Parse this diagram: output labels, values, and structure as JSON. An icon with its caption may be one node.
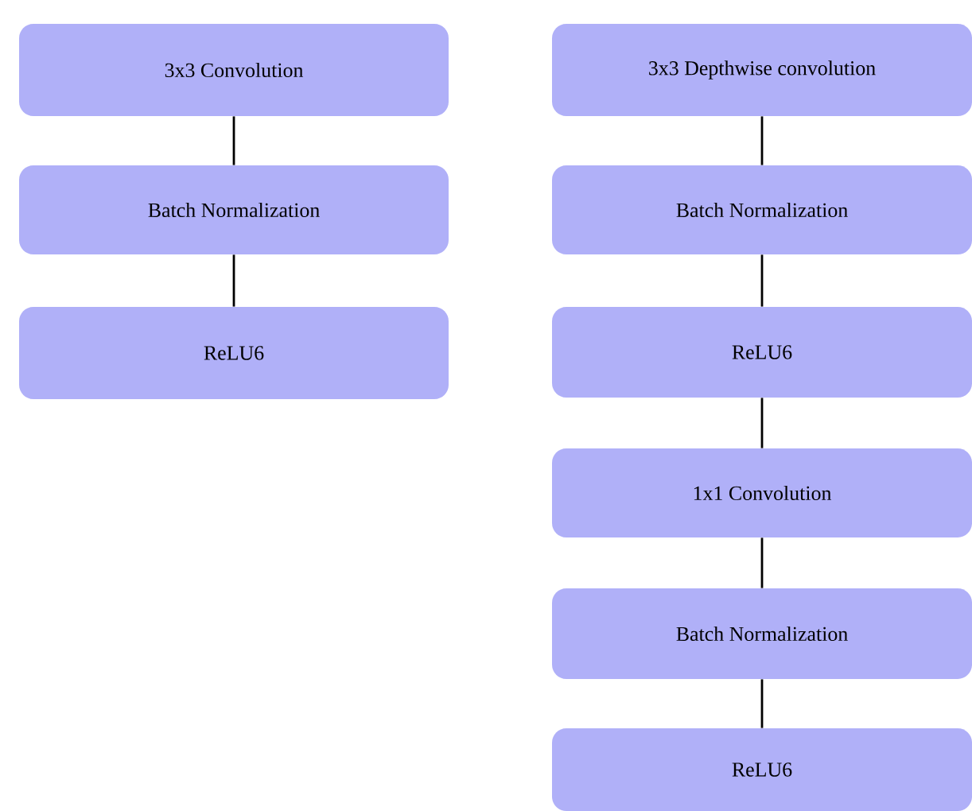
{
  "diagram": {
    "nodes": [
      {
        "text": [
          "3x3  Convolution"
        ]
      },
      {
        "text": [
          "Batch Normalization"
        ]
      },
      {
        "text": [
          "ReLU6"
        ]
      },
      {
        "text": [
          "3x3 Depthwise convolution"
        ]
      },
      {
        "text": [
          "Batch Normalization"
        ]
      },
      {
        "text": [
          "ReLU6"
        ]
      },
      {
        "text": [
          "1x1 Convolution"
        ]
      },
      {
        "text": [
          "Batch Normalization"
        ]
      },
      {
        "text": [
          "ReLU6"
        ]
      }
    ],
    "edges": [
      {
        "from": 0,
        "to": 1,
        "arrow": "none"
      },
      {
        "from": 1,
        "to": 2,
        "arrow": "none"
      },
      {
        "from": 3,
        "to": 4,
        "arrow": "none"
      },
      {
        "from": 4,
        "to": 5,
        "arrow": "none"
      },
      {
        "from": 5,
        "to": 6,
        "arrow": "none"
      },
      {
        "from": 6,
        "to": 7,
        "arrow": "none"
      },
      {
        "from": 7,
        "to": 8,
        "arrow": "none"
      }
    ]
  }
}
